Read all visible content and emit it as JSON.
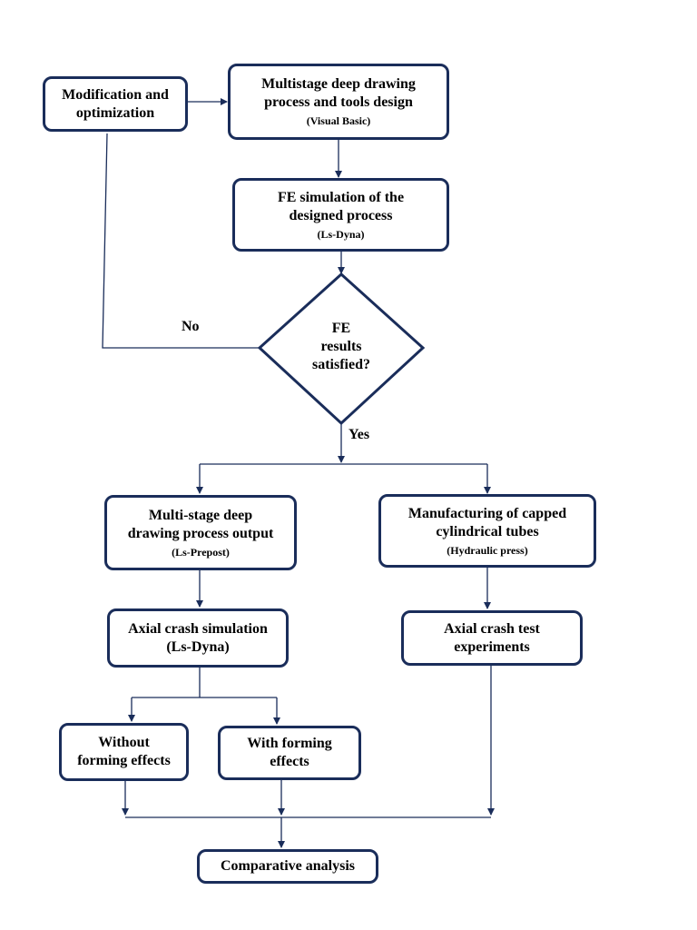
{
  "nodes": {
    "modification": {
      "lines": [
        "Modification and",
        "optimization"
      ]
    },
    "design": {
      "lines": [
        "Multistage deep drawing",
        "process and tools design"
      ],
      "sub": "(Visual Basic)"
    },
    "fe_sim": {
      "lines": [
        "FE simulation of the",
        "designed process"
      ],
      "sub": "(Ls-Dyna)"
    },
    "decision": {
      "lines": [
        "FE",
        "results",
        "satisfied?"
      ]
    },
    "output": {
      "lines": [
        "Multi-stage deep",
        "drawing process output"
      ],
      "sub": "(Ls-Prepost)"
    },
    "manufacturing": {
      "lines": [
        "Manufacturing of capped",
        "cylindrical tubes"
      ],
      "sub": "(Hydraulic press)"
    },
    "crash_sim": {
      "lines": [
        "Axial crash simulation",
        "(Ls-Dyna)"
      ]
    },
    "crash_test": {
      "lines": [
        "Axial crash test",
        "experiments"
      ]
    },
    "without": {
      "lines": [
        "Without",
        "forming effects"
      ]
    },
    "with": {
      "lines": [
        "With forming",
        "effects"
      ]
    },
    "comparative": {
      "lines": [
        "Comparative analysis"
      ]
    }
  },
  "edge_labels": {
    "no": "No",
    "yes": "Yes"
  },
  "colors": {
    "border": "#1a2d5a",
    "connector": "#1a2d5a"
  }
}
